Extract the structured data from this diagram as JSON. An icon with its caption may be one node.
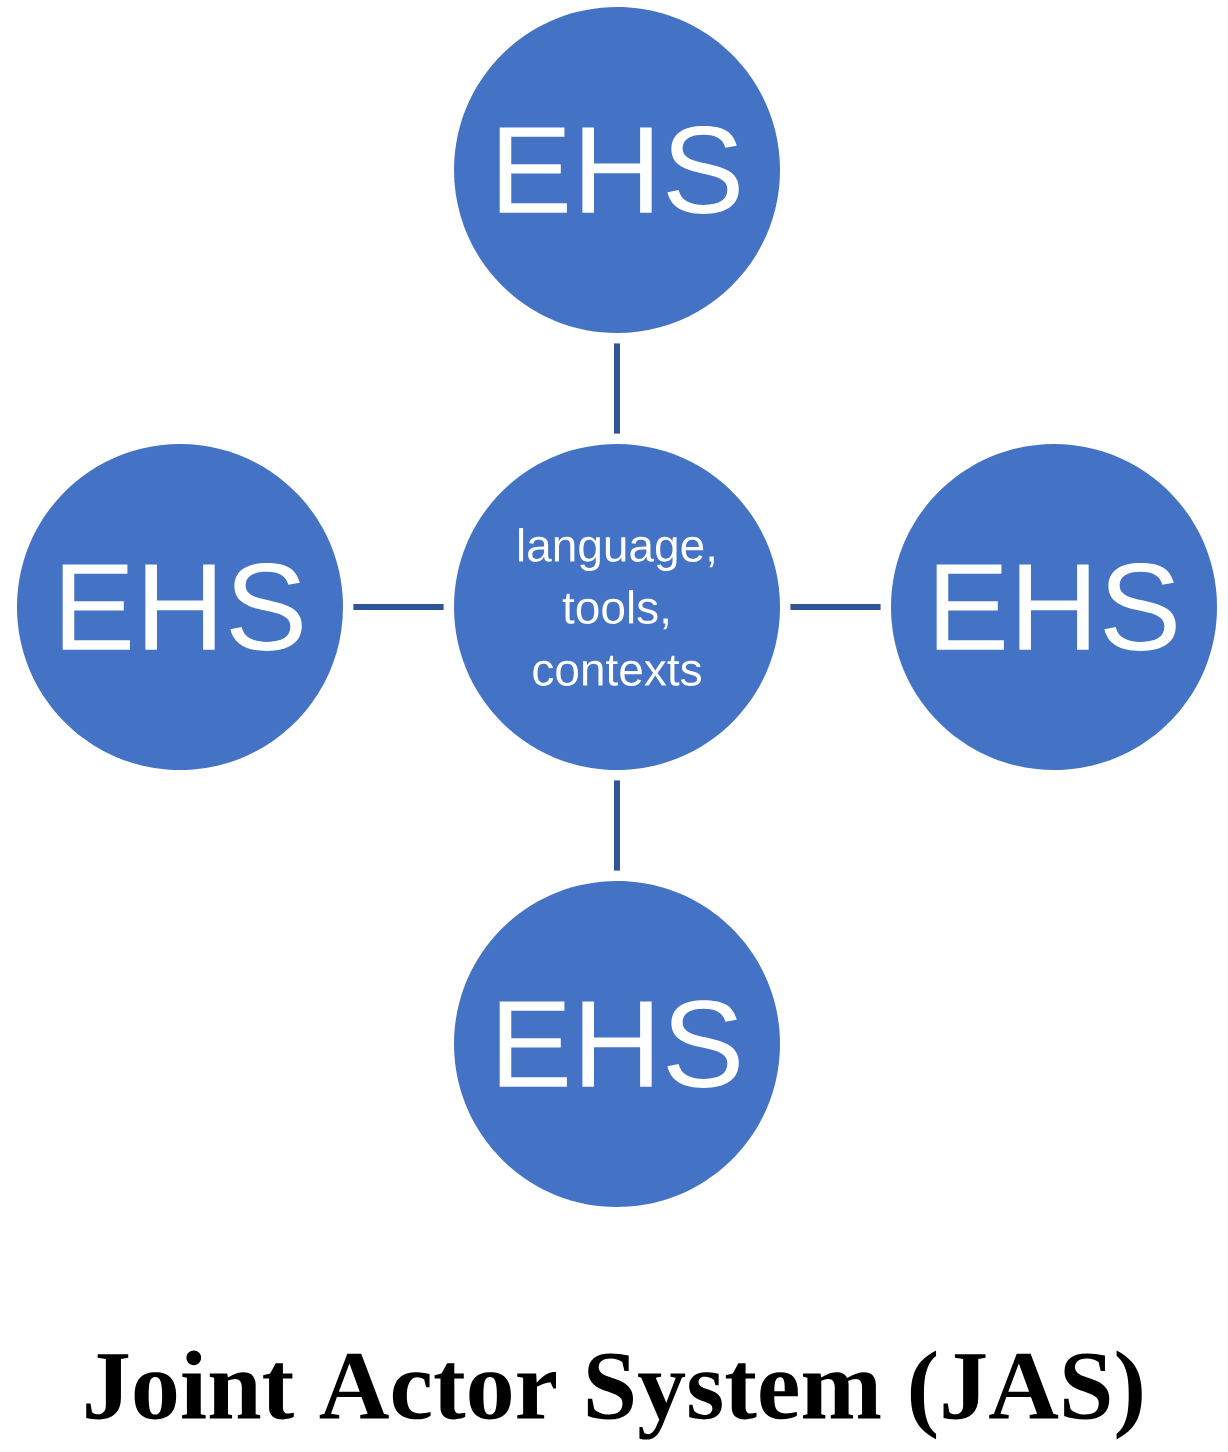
{
  "diagram": {
    "title": "Joint Actor System (JAS)",
    "nodes": [
      {
        "text": [
          "EHS"
        ]
      },
      {
        "text": [
          "EHS"
        ]
      },
      {
        "text": [
          "language, tools, contexts"
        ]
      },
      {
        "text": [
          "EHS"
        ]
      },
      {
        "text": [
          "EHS"
        ]
      }
    ],
    "edges": [
      {
        "from": 2,
        "to": 0,
        "arrow": "none"
      },
      {
        "from": 1,
        "to": 2,
        "arrow": "none"
      },
      {
        "from": 2,
        "to": 3,
        "arrow": "none"
      },
      {
        "from": 2,
        "to": 4,
        "arrow": "none"
      }
    ]
  }
}
